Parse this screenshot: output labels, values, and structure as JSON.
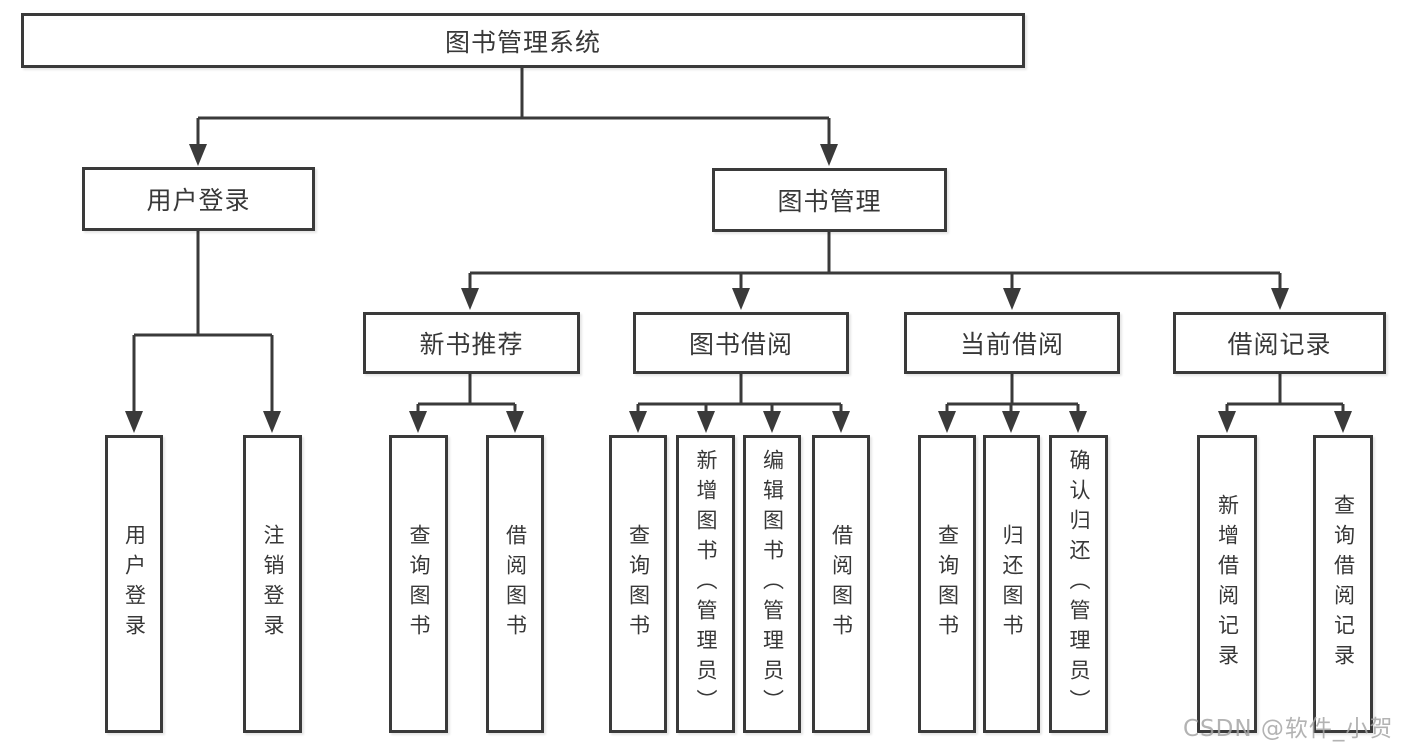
{
  "tree": {
    "root": "图书管理系统",
    "branches": [
      {
        "label": "用户登录",
        "leaves": [
          "用户登录",
          "注销登录"
        ]
      },
      {
        "label": "图书管理",
        "sections": [
          {
            "label": "新书推荐",
            "leaves": [
              "查询图书",
              "借阅图书"
            ]
          },
          {
            "label": "图书借阅",
            "leaves": [
              "查询图书",
              "新增图书（管理员）",
              "编辑图书（管理员）",
              "借阅图书"
            ]
          },
          {
            "label": "当前借阅",
            "leaves": [
              "查询图书",
              "归还图书",
              "确认归还（管理员）"
            ]
          },
          {
            "label": "借阅记录",
            "leaves": [
              "新增借阅记录",
              "查询借阅记录"
            ]
          }
        ]
      }
    ]
  },
  "watermark": "CSDN @软件_小贺同学",
  "colors": {
    "line": "#3a3a3a",
    "text": "#383838",
    "watermark": "#a6a6a6",
    "background": "#ffffff"
  }
}
